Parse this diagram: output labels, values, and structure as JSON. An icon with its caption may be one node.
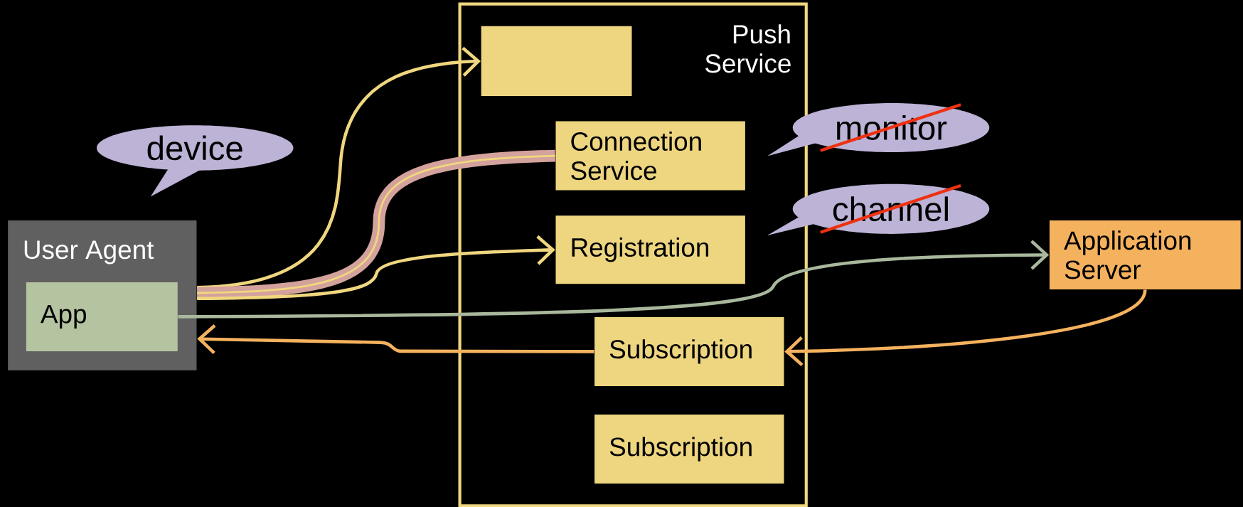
{
  "diagram": {
    "nodes": [
      {
        "text": [
          "Push Service"
        ]
      },
      {
        "text": [],
        "shape": "box",
        "in": 0
      },
      {
        "text": [
          "Connection Service"
        ],
        "in": 0
      },
      {
        "text": [
          "Registration"
        ],
        "in": 0
      },
      {
        "text": [
          "Subscription"
        ],
        "in": 0
      },
      {
        "text": [
          "Subscription"
        ],
        "in": 0
      },
      {
        "text": [
          "User Agent"
        ]
      },
      {
        "text": [
          "App"
        ],
        "in": 6
      },
      {
        "text": [
          "Application Server"
        ]
      },
      {
        "text": [
          "device"
        ]
      },
      {
        "text": [
          "monitor"
        ]
      },
      {
        "text": [
          "channel"
        ]
      }
    ],
    "edges": [
      {
        "from": 6,
        "to": 1,
        "arrow": "to"
      },
      {
        "from": 2,
        "to": 6,
        "arrow": "none",
        "style": "thick",
        "color": "#d4a29c"
      },
      {
        "from": 6,
        "to": 3,
        "arrow": "to"
      },
      {
        "from": 7,
        "to": 8,
        "arrow": "to",
        "color": "#a9b89c"
      },
      {
        "from": 8,
        "to": 4,
        "arrow": "to",
        "color": "#f5b25e"
      },
      {
        "from": 4,
        "to": 6,
        "arrow": "to",
        "color": "#f5b25e"
      }
    ]
  }
}
